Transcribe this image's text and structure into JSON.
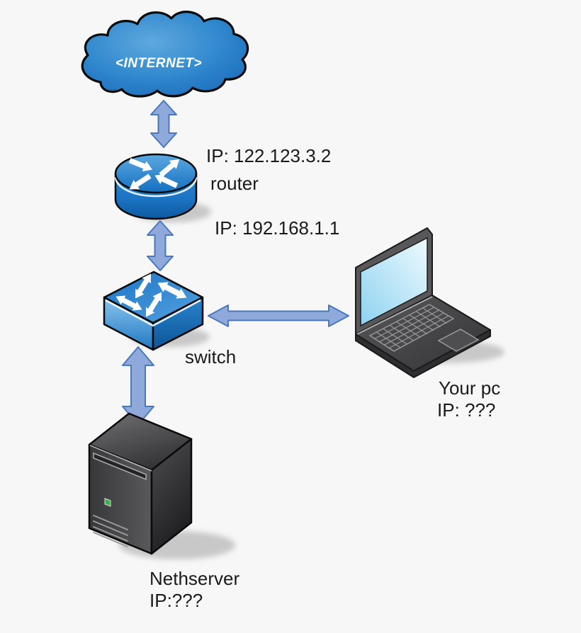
{
  "nodes": {
    "internet": {
      "label": "<INTERNET>"
    },
    "router": {
      "label": "router",
      "wan_ip": "IP: 122.123.3.2",
      "lan_ip": "IP: 192.168.1.1"
    },
    "switch": {
      "label": "switch"
    },
    "pc": {
      "label": "Your pc",
      "ip": "IP: ???"
    },
    "server": {
      "label": "Nethserver",
      "ip": "IP:???"
    }
  },
  "edges": [
    {
      "from": "internet",
      "to": "router",
      "style": "double-arrow"
    },
    {
      "from": "router",
      "to": "switch",
      "style": "double-arrow"
    },
    {
      "from": "switch",
      "to": "pc",
      "style": "double-arrow"
    },
    {
      "from": "switch",
      "to": "server",
      "style": "double-arrow"
    }
  ],
  "icons": [
    "internet-cloud-icon",
    "router-icon",
    "switch-icon",
    "laptop-icon",
    "server-tower-icon"
  ],
  "colors": {
    "background": "#f7f7f7",
    "text-color": "#1a1a1a",
    "connector-fill": "#8fa9db",
    "connector-stroke": "#4a78be",
    "device-blue": "#1778c8",
    "device-blue-light": "#62aee0",
    "device-blue-dark": "#0d5aa0",
    "cloud-blue": "#1a70be",
    "chassis-gray": "#4b4b4d",
    "screen-blue": "#a8d9f0",
    "led-green": "#35b24a"
  }
}
